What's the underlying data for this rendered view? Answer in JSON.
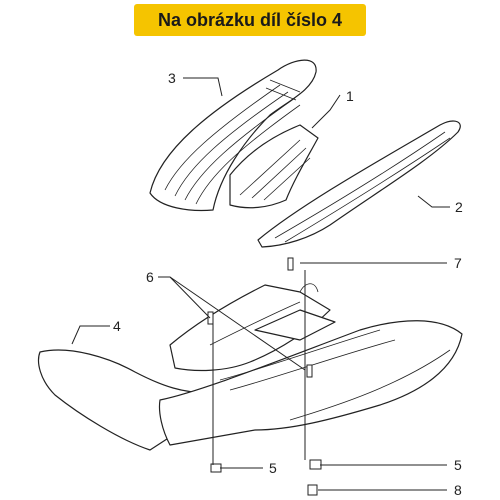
{
  "banner": {
    "text": "Na obrázku díl číslo 4",
    "color": "#f5c400"
  },
  "callouts": {
    "c1": "1",
    "c2": "2",
    "c3": "3",
    "c4": "4",
    "c5a": "5",
    "c5b": "5",
    "c6": "6",
    "c7": "7",
    "c8": "8"
  }
}
